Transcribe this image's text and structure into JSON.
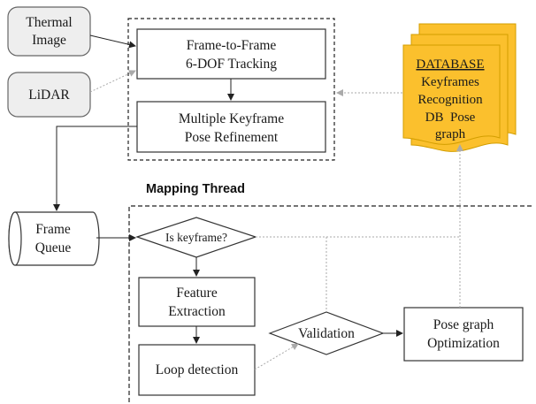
{
  "inputs": {
    "thermal": [
      "Thermal",
      "Image"
    ],
    "lidar": "LiDAR"
  },
  "tracking": {
    "frame_to_frame": [
      "Frame-to-Frame",
      "6-DOF Tracking"
    ],
    "keyframe_refinement": [
      "Multiple Keyframe",
      "Pose Refinement"
    ]
  },
  "database": {
    "title": "DATABASE",
    "lines": [
      "Keyframes",
      "Recognition",
      "DB  Pose",
      "graph"
    ]
  },
  "mapping": {
    "thread_title": "Mapping Thread",
    "frame_queue": [
      "Frame",
      "Queue"
    ],
    "is_keyframe": "Is keyframe?",
    "feature_extraction": [
      "Feature",
      "Extraction"
    ],
    "loop_detection": "Loop detection",
    "validation": "Validation",
    "pose_graph_optimization": [
      "Pose graph",
      "Optimization"
    ]
  },
  "colors": {
    "input_fill": "#eeeeee",
    "database_fill": "#fbc02d",
    "database_stroke": "#d39e00",
    "dotted_arrow": "#aaaaaa",
    "solid_arrow": "#222222"
  }
}
